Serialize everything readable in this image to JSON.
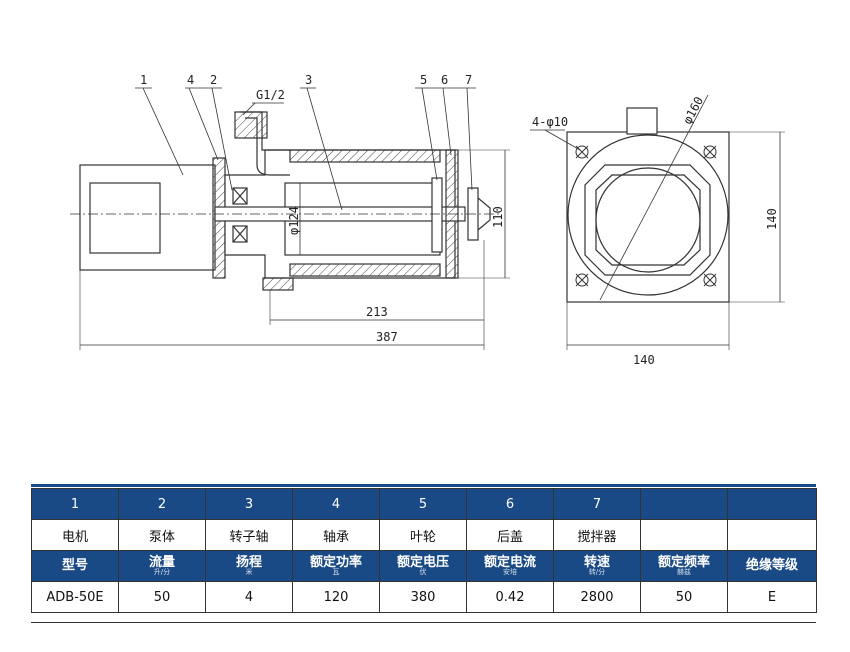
{
  "drawing": {
    "callouts": [
      "1",
      "4",
      "2",
      "3",
      "5",
      "6",
      "7"
    ],
    "thread_label": "G1/2",
    "holes_label": "4-φ10",
    "bore_label": "φ124",
    "flange_label": "φ160",
    "dim_110": "110",
    "dim_213": "213",
    "dim_387": "387",
    "dim_140_h": "140",
    "dim_140_v": "140"
  },
  "table": {
    "numbers": [
      "1",
      "2",
      "3",
      "4",
      "5",
      "6",
      "7",
      "",
      ""
    ],
    "parts": [
      "电机",
      "泵体",
      "转子轴",
      "轴承",
      "叶轮",
      "后盖",
      "搅拌器",
      "",
      ""
    ],
    "headers": [
      {
        "label": "型号",
        "unit": ""
      },
      {
        "label": "流量",
        "unit": "升/分"
      },
      {
        "label": "扬程",
        "unit": "米"
      },
      {
        "label": "额定功率",
        "unit": "瓦"
      },
      {
        "label": "额定电压",
        "unit": "伏"
      },
      {
        "label": "额定电流",
        "unit": "安培"
      },
      {
        "label": "转速",
        "unit": "转/分"
      },
      {
        "label": "额定频率",
        "unit": "赫兹"
      },
      {
        "label": "绝缘等级",
        "unit": ""
      }
    ],
    "values": [
      "ADB-50E",
      "50",
      "4",
      "120",
      "380",
      "0.42",
      "2800",
      "50",
      "E"
    ]
  },
  "colors": {
    "band": "#1a4a86",
    "line": "#333333"
  }
}
